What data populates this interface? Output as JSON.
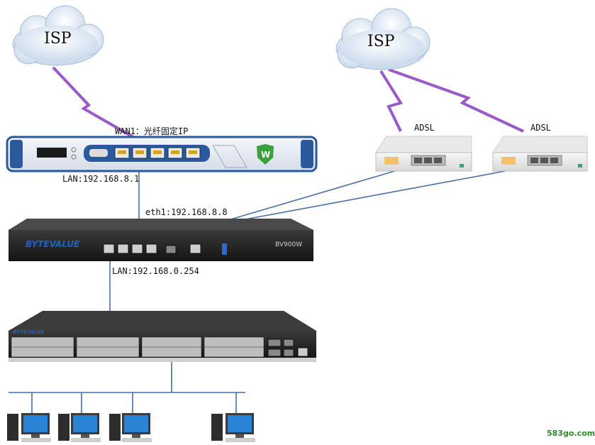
{
  "clouds": [
    {
      "label": "ISP"
    },
    {
      "label": "ISP"
    }
  ],
  "modems": [
    {
      "label": "ADSL"
    },
    {
      "label": "ADSL"
    }
  ],
  "router": {
    "wan_label": "WAN1：光纤固定IP",
    "lan_label": "LAN:192.168.8.1"
  },
  "gateway": {
    "eth_label": "eth1:192.168.8.8",
    "lan_label": "LAN:192.168.0.254",
    "brand": "BYTEVALUE",
    "model": "BV900W"
  },
  "switch": {
    "brand": "BYTEVALUE"
  },
  "clients": [
    {
      "icon": "pc-icon"
    },
    {
      "icon": "pc-icon"
    },
    {
      "icon": "pc-icon"
    },
    {
      "icon": "pc-icon"
    }
  ],
  "watermark": "583go.com",
  "colors": {
    "link": "#4a6fa5",
    "lightning": "#9b59c9",
    "router_body": "#2a5a9c",
    "gateway_body": "#2b2b2b",
    "brand_blue": "#1e63c8",
    "brand_red": "#e03a2a"
  }
}
